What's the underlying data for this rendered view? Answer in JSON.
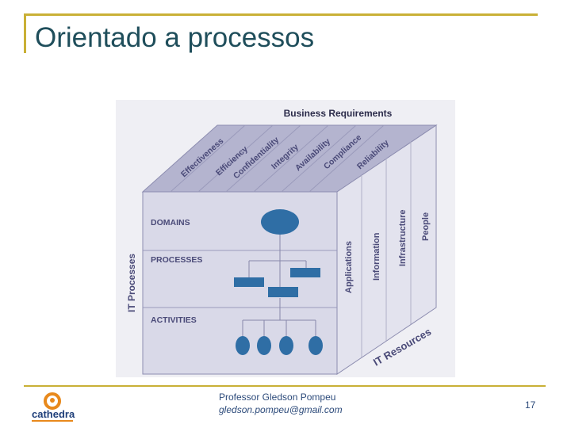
{
  "slide": {
    "title": "Orientado a processos",
    "footer_name": "Professor Gledson Pompeu",
    "footer_email": "gledson.pompeu@gmail.com",
    "page_number": "17"
  },
  "logo": {
    "text": "cathedra"
  },
  "diagram": {
    "top_label": "Business Requirements",
    "criteria": [
      "Effectiveness",
      "Efficiency",
      "Confidentiality",
      "Integrity",
      "Availability",
      "Compliance",
      "Reliability"
    ],
    "front_rows": [
      "DOMAINS",
      "PROCESSES",
      "ACTIVITIES"
    ],
    "left_label": "IT Processes",
    "resources": [
      "Applications",
      "Information",
      "Infrastructure",
      "People"
    ],
    "bottom_label": "IT Resources"
  },
  "colors": {
    "accent_line": "#c9b036",
    "title": "#1f4e5b",
    "shape_blue": "#2f6ea5",
    "face_front": "#d9d9e8",
    "face_top": "#b4b4cf",
    "face_side": "#e3e3ee",
    "logo_orange": "#e8891c"
  }
}
